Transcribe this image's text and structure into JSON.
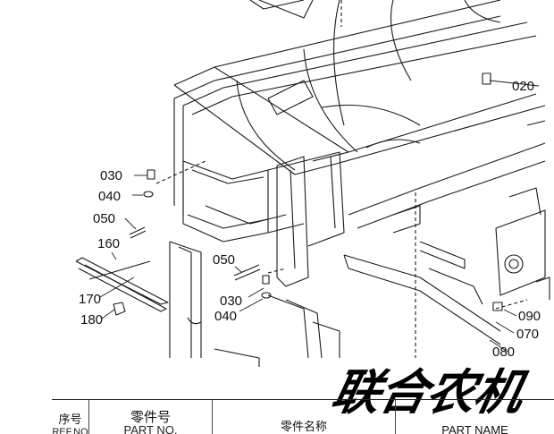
{
  "callouts": {
    "c020": "020",
    "c030_top": "030",
    "c040_top": "040",
    "c050_left": "050",
    "c160": "160",
    "c170": "170",
    "c180": "180",
    "c050_mid": "050",
    "c030_mid": "030",
    "c040_mid": "040",
    "c090": "090",
    "c070": "070",
    "c080": "080"
  },
  "watermark": "联合农机",
  "table_header": {
    "no_cn": "序号",
    "no_en": "REF.NO",
    "partno_cn": "零件号",
    "partno_en": "PART NO.",
    "name_cn": "零件名称",
    "name_en": "PART NAME"
  }
}
